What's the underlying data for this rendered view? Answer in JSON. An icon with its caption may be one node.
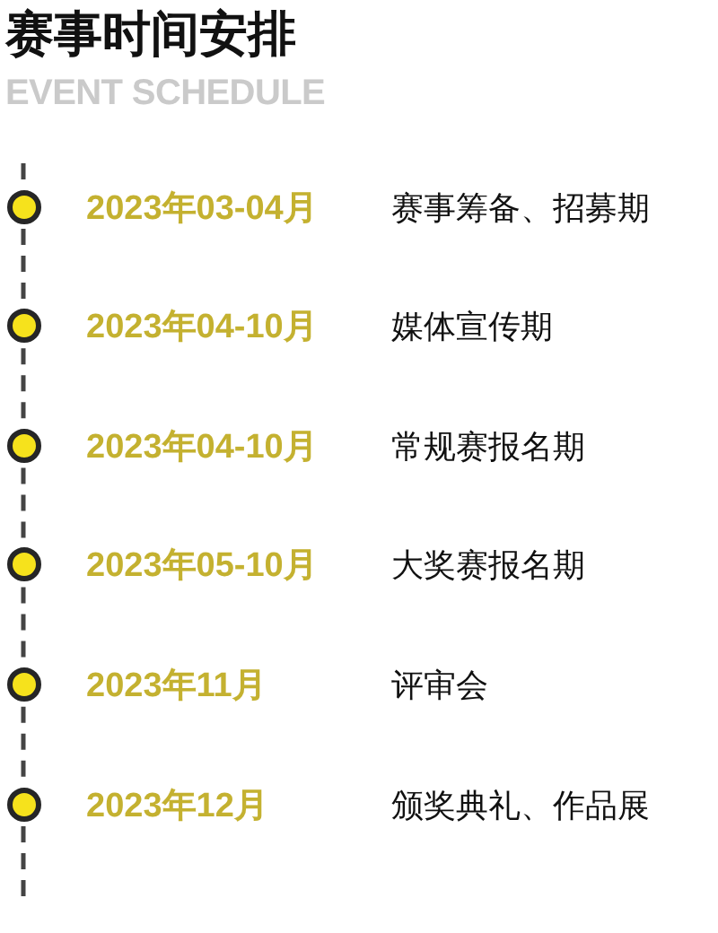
{
  "diagram": {
    "title": "赛事时间安排",
    "nodes": [
      {
        "text": [],
        "shape": "circle",
        "beside": [
          "2023年03-04月"
        ]
      },
      {
        "text": [],
        "shape": "circle",
        "beside": [
          "2023年04-10月"
        ]
      },
      {
        "text": [],
        "shape": "circle",
        "beside": [
          "2023年04-10月"
        ]
      },
      {
        "text": [],
        "shape": "circle",
        "beside": [
          "2023年05-10月"
        ]
      },
      {
        "text": [],
        "shape": "circle",
        "beside": [
          "2023年11月"
        ]
      },
      {
        "text": [],
        "shape": "circle",
        "beside": [
          "2023年12月"
        ]
      }
    ],
    "edges": [
      {
        "from": null,
        "to": 0,
        "arrow": "none",
        "style": "dashed"
      },
      {
        "from": 0,
        "to": 1,
        "arrow": "none",
        "style": "dashed"
      },
      {
        "from": 1,
        "to": 2,
        "arrow": "none",
        "style": "dashed"
      },
      {
        "from": 2,
        "to": 3,
        "arrow": "none",
        "style": "dashed"
      },
      {
        "from": 3,
        "to": 4,
        "arrow": "none",
        "style": "dashed"
      },
      {
        "from": 4,
        "to": 5,
        "arrow": "none",
        "style": "dashed"
      },
      {
        "from": 5,
        "to": null,
        "arrow": "none",
        "style": "dashed"
      }
    ],
    "labels": [
      "EVENT SCHEDULE",
      "赛事筹备、招募期",
      "媒体宣传期",
      "常规赛报名期",
      "大奖赛报名期",
      "评审会",
      "颁奖典礼、作品展"
    ]
  }
}
